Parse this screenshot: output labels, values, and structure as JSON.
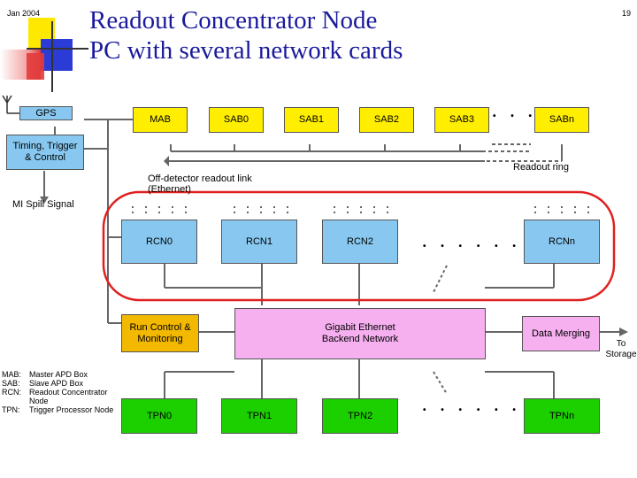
{
  "header": {
    "date": "Jan 2004",
    "page_number": "19"
  },
  "title": {
    "line1": "Readout Concentrator Node",
    "line2": "PC with several network cards"
  },
  "diagram": {
    "top_row": [
      "MAB",
      "SAB0",
      "SAB1",
      "SAB2",
      "SAB3",
      "SABn"
    ],
    "gps": "GPS",
    "timing": "Timing, Trigger & Control",
    "mi_spill": "MI Spill Signal",
    "readout_ring": "Readout ring",
    "off_detector_link": "Off-detector readout link (Ethernet)",
    "rcn_row": [
      "RCN0",
      "RCN1",
      "RCN2",
      "RCNn"
    ],
    "run_control": "Run Control & Monitoring",
    "gigabit": "Gigabit Ethernet Backend Network",
    "data_merging": "Data Merging",
    "to_storage": "To Storage",
    "tpn_row": [
      "TPN0",
      "TPN1",
      "TPN2",
      "TPNn"
    ],
    "ellipsis_top": "• • •",
    "ellipsis_mid": "• • • • • •",
    "ellipsis_bottom": "• • • • • •"
  },
  "legend": [
    {
      "key": "MAB:",
      "value": "Master APD Box"
    },
    {
      "key": "SAB:",
      "value": "Slave APD Box"
    },
    {
      "key": "RCN:",
      "value": "Readout Concentrator Node"
    },
    {
      "key": "TPN:",
      "value": "Trigger Processor Node"
    }
  ],
  "colors": {
    "title": "#1a1a9c",
    "apd_box": "#ffee00",
    "rcn": "#88c8f0",
    "tpn": "#1cd000",
    "network": "#f6b0f0",
    "run_control": "#f3b800",
    "highlight": "#e02020"
  }
}
